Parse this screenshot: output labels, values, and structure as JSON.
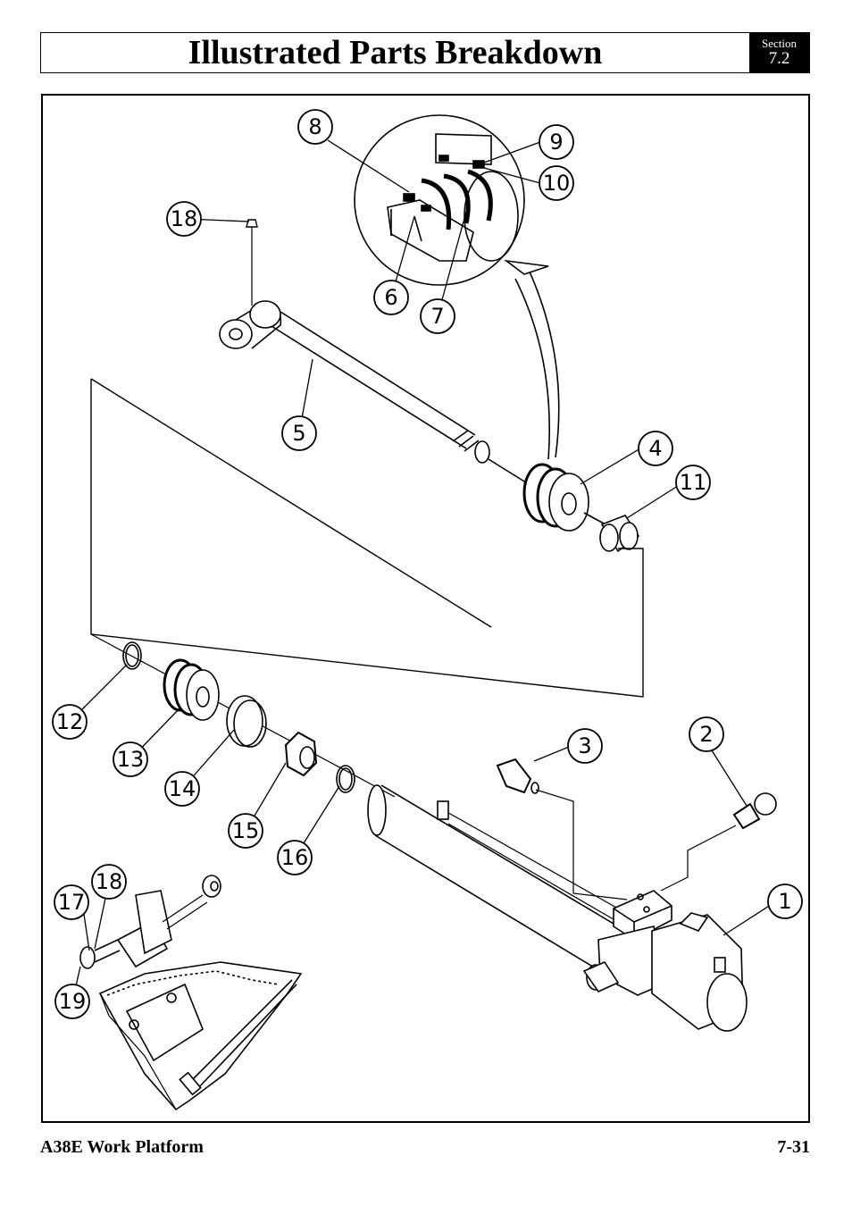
{
  "header": {
    "title": "Illustrated Parts Breakdown",
    "section_label": "Section",
    "section_number": "7.2"
  },
  "footer": {
    "product": "A38E Work Platform",
    "page": "7-31"
  },
  "callouts": [
    "1",
    "2",
    "3",
    "4",
    "5",
    "6",
    "7",
    "8",
    "9",
    "10",
    "11",
    "12",
    "13",
    "14",
    "15",
    "16",
    "17",
    "18",
    "18",
    "19"
  ]
}
